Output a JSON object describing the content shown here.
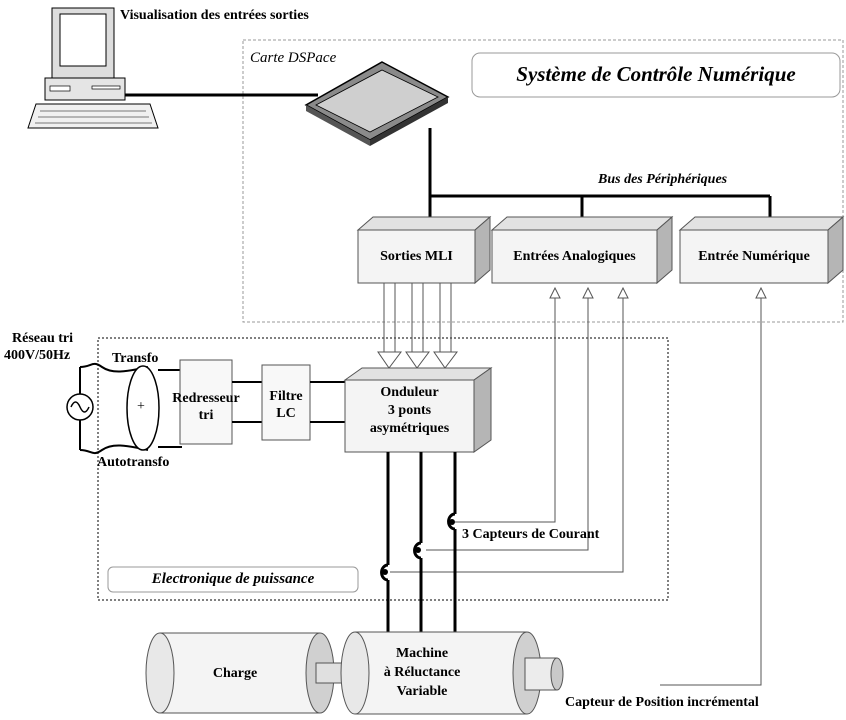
{
  "labels": {
    "computer_caption": "Visualisation des entrées sorties",
    "dspace_card": "Carte DSPace",
    "system_title": "Système de Contrôle Numérique",
    "bus": "Bus des Périphériques",
    "pwm_outputs": "Sorties MLI",
    "analog_inputs": "Entrées Analogiques",
    "digital_input": "Entrée Numérique",
    "grid_line1": "Réseau tri",
    "grid_line2": "400V/50Hz",
    "transformer": "Transfo",
    "autotransformer": "Autotransfo",
    "transformer_sign": "+",
    "rectifier_line1": "Redresseur",
    "rectifier_line2": "tri",
    "filter_line1": "Filtre",
    "filter_line2": "LC",
    "inverter_line1": "Onduleur",
    "inverter_line2": "3 ponts",
    "inverter_line3": "asymétriques",
    "current_sensors": "3 Capteurs de Courant",
    "power_electronics": "Electronique de puissance",
    "load": "Charge",
    "machine_line1": "Machine",
    "machine_line2": "à Réluctance",
    "machine_line3": "Variable",
    "position_sensor": "Capteur de Position incrémental"
  }
}
